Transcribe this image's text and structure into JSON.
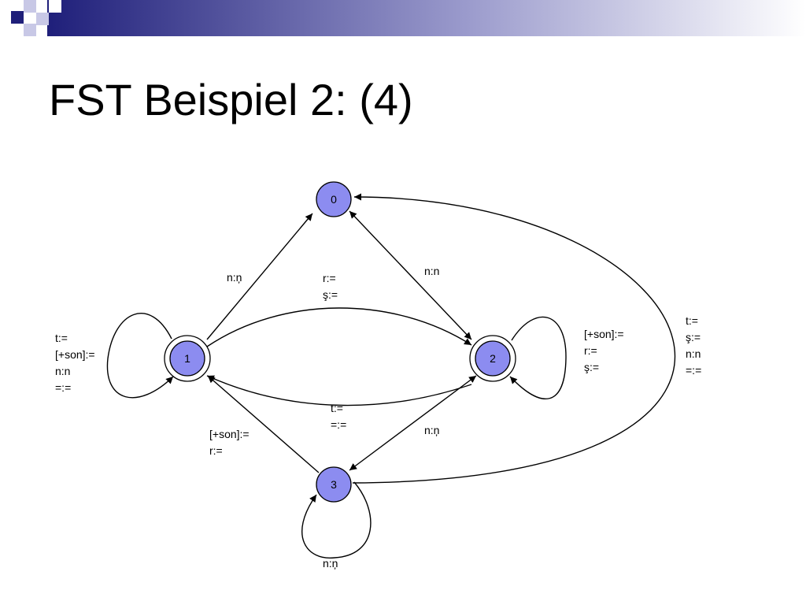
{
  "slide": {
    "title": "FST Beispiel 2: (4)"
  },
  "colors": {
    "state_fill": "#8c8cf0",
    "banner_dark": "#1f1f7a",
    "banner_light": "#c8c8e6"
  },
  "diagram": {
    "states": [
      {
        "id": "0",
        "label": "0",
        "final": false
      },
      {
        "id": "1",
        "label": "1",
        "final": true
      },
      {
        "id": "2",
        "label": "2",
        "final": true
      },
      {
        "id": "3",
        "label": "3",
        "final": false
      }
    ],
    "edges": [
      {
        "from": "1",
        "to": "0",
        "lines": [
          "n:ņ"
        ]
      },
      {
        "from": "0",
        "to": "2",
        "lines": [
          "n:n"
        ]
      },
      {
        "from": "2",
        "to": "0",
        "lines": []
      },
      {
        "from": "1",
        "to": "2",
        "lines": [
          "r:=",
          "ş:="
        ]
      },
      {
        "from": "2",
        "to": "1",
        "lines": [
          "t:=",
          "=:="
        ]
      },
      {
        "from": "3",
        "to": "1",
        "lines": [
          "[+son]:=",
          "r:="
        ]
      },
      {
        "from": "2",
        "to": "3",
        "lines": [
          "n:ņ"
        ]
      },
      {
        "from": "3",
        "to": "2",
        "lines": []
      },
      {
        "from": "3",
        "to": "0",
        "lines": [
          "t:=",
          "ş:=",
          "n:n",
          "=:="
        ]
      },
      {
        "from": "1",
        "to": "1",
        "lines": [
          "t:=",
          "[+son]:=",
          "n:n",
          "=:="
        ]
      },
      {
        "from": "2",
        "to": "2",
        "lines": [
          "[+son]:=",
          "r:=",
          "ş:="
        ]
      },
      {
        "from": "3",
        "to": "3",
        "lines": [
          "n:ņ"
        ]
      }
    ]
  }
}
